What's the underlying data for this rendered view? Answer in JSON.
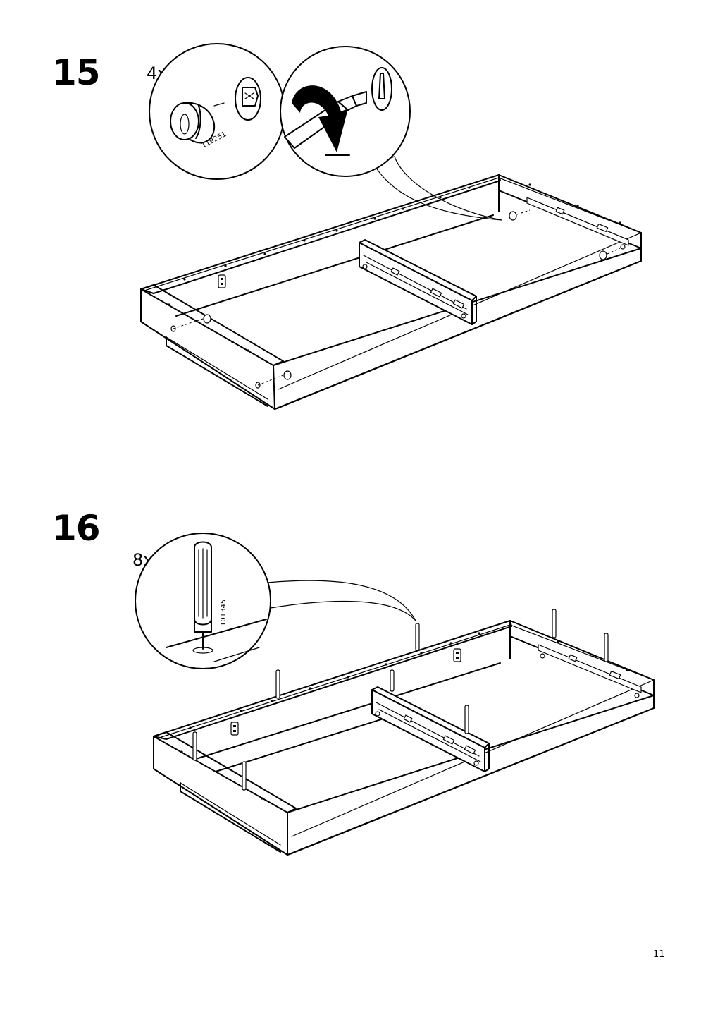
{
  "steps": [
    {
      "number": "15",
      "quantity": "4x",
      "part_number": "119251",
      "part_icon": "cam-lock-icon",
      "tool_icon": "screwdriver-icon",
      "action_icon": "rotate-clockwise-arrow-icon"
    },
    {
      "number": "16",
      "quantity": "8x",
      "part_number": "101345",
      "part_icon": "wooden-dowel-icon"
    }
  ],
  "page": {
    "number": "11"
  }
}
